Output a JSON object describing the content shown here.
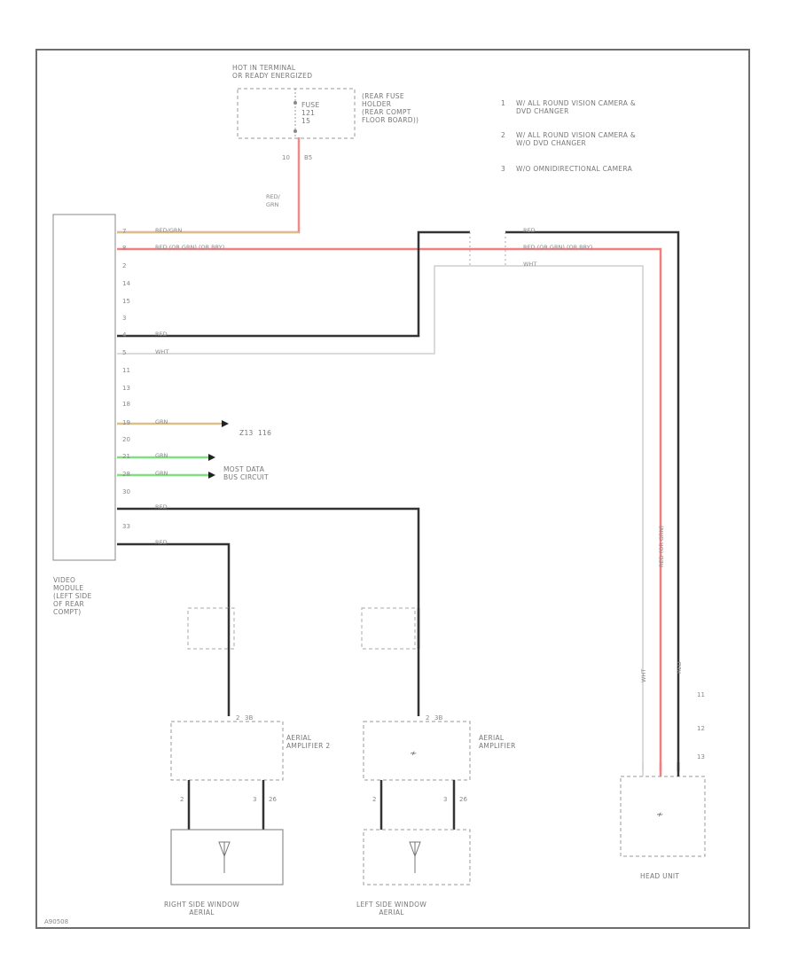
{
  "fuse": {
    "header": "HOT IN TERMINAL\nOR READY ENERGIZED",
    "label": "FUSE\n121\n15",
    "holder": "(REAR FUSE\nHOLDER\n(REAR COMPT\nFLOOR BOARD))",
    "pins": [
      "10",
      "B5"
    ],
    "wire": "RED/\nGRN"
  },
  "legend": [
    {
      "num": "1",
      "text": "W/ ALL ROUND VISION CAMERA &\nDVD CHANGER"
    },
    {
      "num": "2",
      "text": "W/ ALL ROUND VISION CAMERA &\nW/O DVD CHANGER"
    },
    {
      "num": "3",
      "text": "W/O OMNIDIRECTIONAL CAMERA"
    }
  ],
  "video_module": {
    "label": "VIDEO\nMODULE\n(LEFT SIDE\nOF REAR\nCOMPT)",
    "pins": [
      "7",
      "8",
      "2",
      "14",
      "15",
      "3",
      "4",
      "5",
      "11",
      "13",
      "18",
      "19",
      "20",
      "21",
      "28",
      "30",
      "33"
    ],
    "wires": {
      "p7": "RED/GRN",
      "p8": "RED (OR GRN)    (OR BRY)",
      "p4": "RED",
      "p5": "WHT",
      "p18": "GRN",
      "p20": "GRN",
      "p21": "GRN",
      "p30": "RED",
      "p33": "RED"
    },
    "zc": "Z13  116",
    "most": "MOST DATA\nBUS CIRCUIT"
  },
  "right_wires": {
    "top": "RED",
    "mid": "RED (OR GRN)    (OR BRY)",
    "bot": "WHT",
    "vertical": [
      "WHT",
      "RED (OR GRN)",
      "RED"
    ]
  },
  "amp2": {
    "label": "AERIAL\nAMPLIFIER 2",
    "pins": [
      "2",
      "3B"
    ],
    "pins_bottom": [
      "2",
      "3",
      "26"
    ]
  },
  "amp1": {
    "label": "AERIAL\nAMPLIFIER",
    "pins": [
      "2",
      "3B"
    ],
    "pins_bottom": [
      "2",
      "3",
      "26"
    ]
  },
  "aerial_right": "RIGHT SIDE WINDOW\nAERIAL",
  "aerial_left": "LEFT SIDE WINDOW\nAERIAL",
  "head_unit": {
    "label": "HEAD UNIT",
    "pins": [
      "11",
      "12",
      "13"
    ]
  },
  "code": "A90508"
}
